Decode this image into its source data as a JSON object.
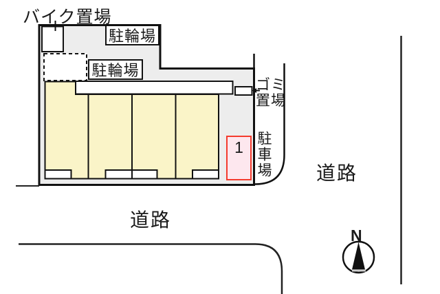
{
  "diagram": {
    "type": "parking-site-plan",
    "bike_storage_label": "バイク置場",
    "bicycle_parking_labels": [
      "駐輪場",
      "駐輪場"
    ],
    "garbage_label_line1": "ゴミ",
    "garbage_label_line2": "置場",
    "car_parking_label": "駐車場",
    "parking_spot": {
      "number": "1"
    },
    "road_label_bottom": "道路",
    "road_label_right": "道路",
    "compass": {
      "north_label": "N"
    },
    "building_units": 4,
    "colors": {
      "site_fill": "#ededed",
      "building_fill": "#faf4c8",
      "spot_fill": "#fde7ee",
      "spot_border": "#f43b2d",
      "line": "#1a1a1a"
    }
  }
}
